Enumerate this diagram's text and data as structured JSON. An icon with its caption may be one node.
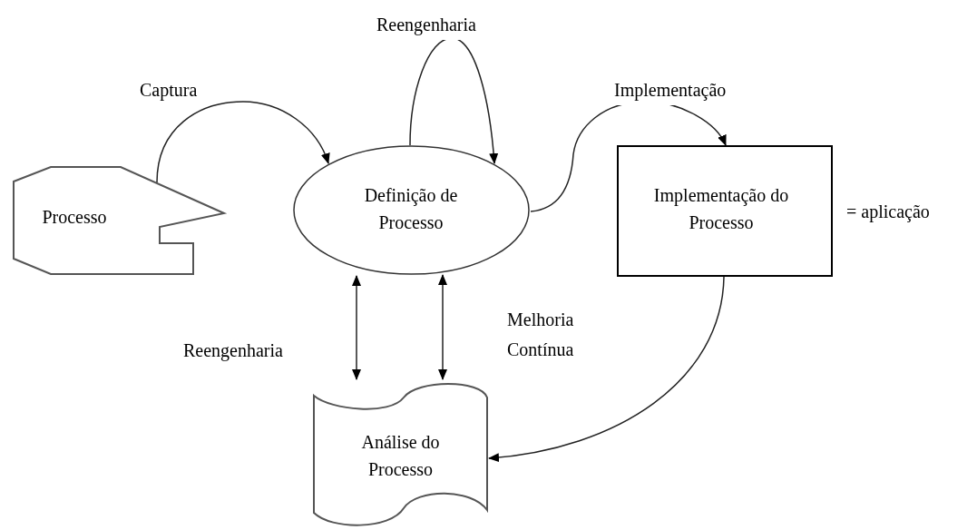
{
  "diagram": {
    "nodes": [
      {
        "text": [
          "Processo"
        ]
      },
      {
        "text": [
          "Definição de Processo"
        ]
      },
      {
        "text": [
          "Implementação do Processo"
        ],
        "beside": [
          "= aplicação"
        ]
      },
      {
        "text": [
          "Análise do Processo"
        ]
      }
    ],
    "edges": [
      {
        "from": 0,
        "to": 1,
        "arrow": "to",
        "label": "Captura"
      },
      {
        "from": 1,
        "to": 1,
        "arrow": "to",
        "label": "Reengenharia"
      },
      {
        "from": 1,
        "to": 2,
        "arrow": "to",
        "label": "Implementação"
      },
      {
        "from": 1,
        "to": 3,
        "arrow": "both",
        "label": "Reengenharia"
      },
      {
        "from": 1,
        "to": 3,
        "arrow": "both",
        "label": "Melhoria Contínua"
      },
      {
        "from": 2,
        "to": 3,
        "arrow": "to"
      }
    ]
  }
}
